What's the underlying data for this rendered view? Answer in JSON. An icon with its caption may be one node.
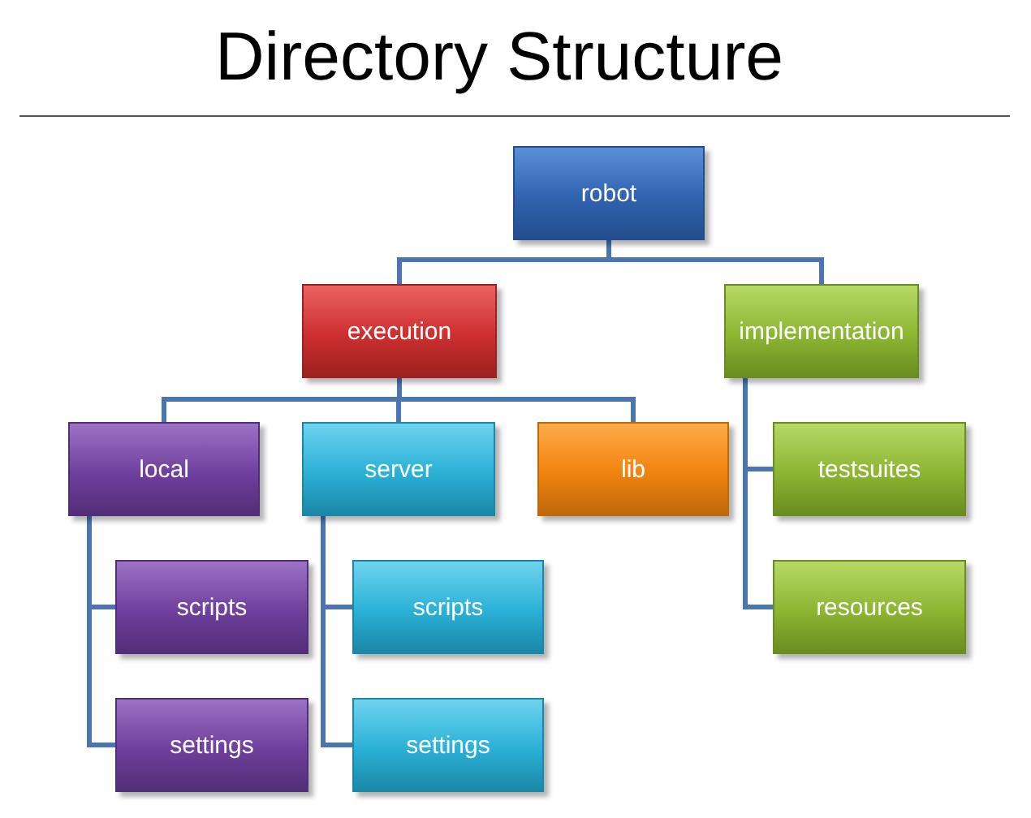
{
  "diagram": {
    "title": "Directory Structure",
    "nodes": [
      {
        "text": [
          "robot"
        ]
      },
      {
        "text": [
          "execution"
        ]
      },
      {
        "text": [
          "implementation"
        ]
      },
      {
        "text": [
          "local"
        ]
      },
      {
        "text": [
          "server"
        ]
      },
      {
        "text": [
          "lib"
        ]
      },
      {
        "text": [
          "scripts"
        ]
      },
      {
        "text": [
          "settings"
        ]
      },
      {
        "text": [
          "scripts"
        ]
      },
      {
        "text": [
          "settings"
        ]
      },
      {
        "text": [
          "testsuites"
        ]
      },
      {
        "text": [
          "resources"
        ]
      }
    ],
    "edges": [
      {
        "from": 0,
        "to": 1,
        "arrow": "none"
      },
      {
        "from": 0,
        "to": 2,
        "arrow": "none"
      },
      {
        "from": 1,
        "to": 3,
        "arrow": "none"
      },
      {
        "from": 1,
        "to": 4,
        "arrow": "none"
      },
      {
        "from": 1,
        "to": 5,
        "arrow": "none"
      },
      {
        "from": 3,
        "to": 6,
        "arrow": "none"
      },
      {
        "from": 3,
        "to": 7,
        "arrow": "none"
      },
      {
        "from": 4,
        "to": 8,
        "arrow": "none"
      },
      {
        "from": 4,
        "to": 9,
        "arrow": "none"
      },
      {
        "from": 2,
        "to": 10,
        "arrow": "none"
      },
      {
        "from": 2,
        "to": 11,
        "arrow": "none"
      }
    ]
  }
}
